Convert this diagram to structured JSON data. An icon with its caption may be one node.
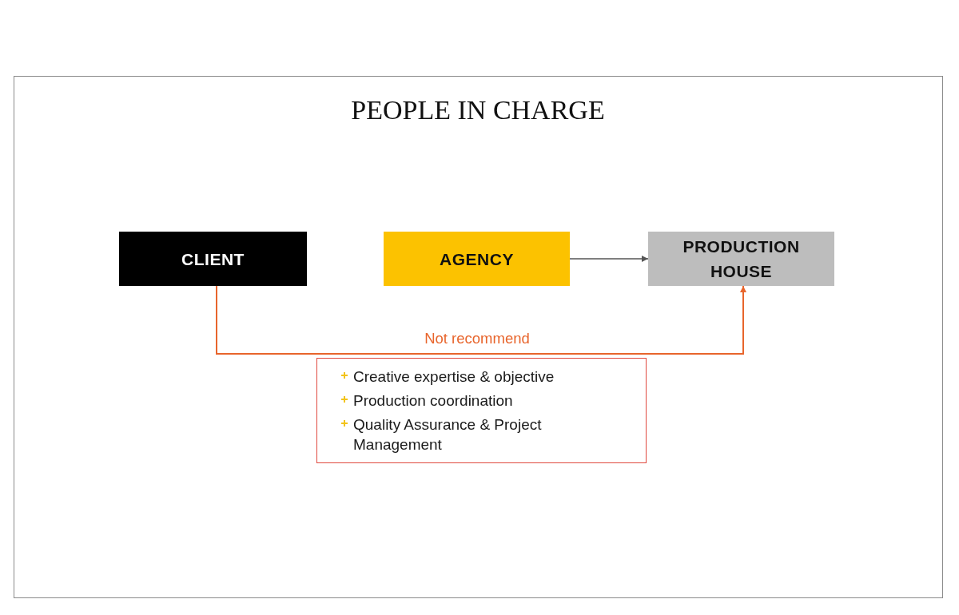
{
  "diagram": {
    "title": "PEOPLE IN CHARGE",
    "nodes": [
      {
        "text": [
          "CLIENT"
        ]
      },
      {
        "text": [
          "AGENCY"
        ]
      },
      {
        "text": [
          "PRODUCTION HOUSE"
        ]
      },
      {
        "text": [
          "Creative expertise & objective",
          "Production coordination",
          "Quality Assurance & Project Management"
        ]
      }
    ],
    "edges": [
      {
        "from": 0,
        "to": 2,
        "arrow": "to",
        "label": "Not recommend",
        "color": "#e8652c"
      },
      {
        "from": 1,
        "to": 2,
        "arrow": "to",
        "color": "#555555"
      }
    ]
  }
}
